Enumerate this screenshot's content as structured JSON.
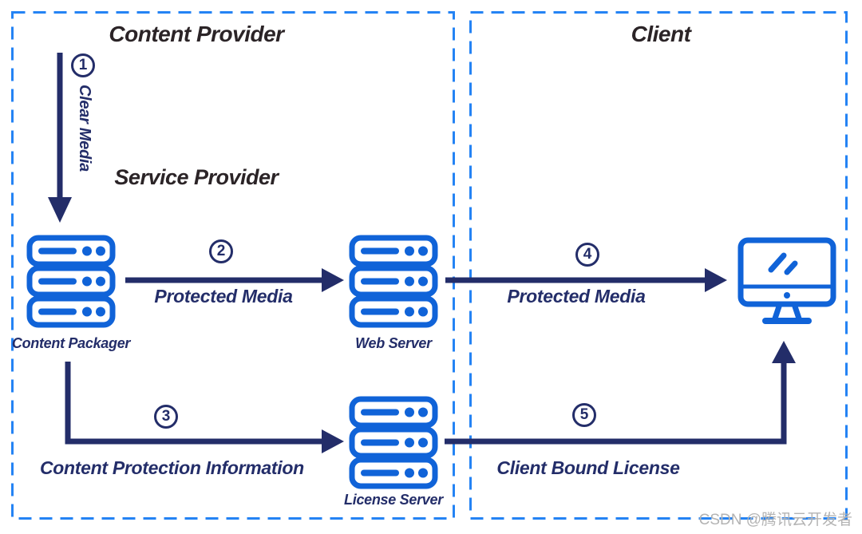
{
  "colors": {
    "icon_blue": "#1063d8",
    "region_border_blue": "#2483f4",
    "arrow_navy": "#232d69",
    "title_dark": "#2b2427",
    "watermark_gray": "#b3b3b3"
  },
  "regions": {
    "content_provider": {
      "title": "Content Provider"
    },
    "service_provider": {
      "title": "Service Provider"
    },
    "client": {
      "title": "Client"
    }
  },
  "nodes": {
    "content_packager": {
      "label": "Content Packager",
      "icon": "server-icon"
    },
    "web_server": {
      "label": "Web Server",
      "icon": "server-icon"
    },
    "license_server": {
      "label": "License Server",
      "icon": "server-icon"
    },
    "client_device": {
      "icon": "monitor-icon"
    }
  },
  "flows": [
    {
      "step": "1",
      "label": "Clear Media"
    },
    {
      "step": "2",
      "label": "Protected Media"
    },
    {
      "step": "3",
      "label": "Content Protection Information"
    },
    {
      "step": "4",
      "label": "Protected Media"
    },
    {
      "step": "5",
      "label": "Client Bound License"
    }
  ],
  "watermark": "CSDN @腾讯云开发者"
}
